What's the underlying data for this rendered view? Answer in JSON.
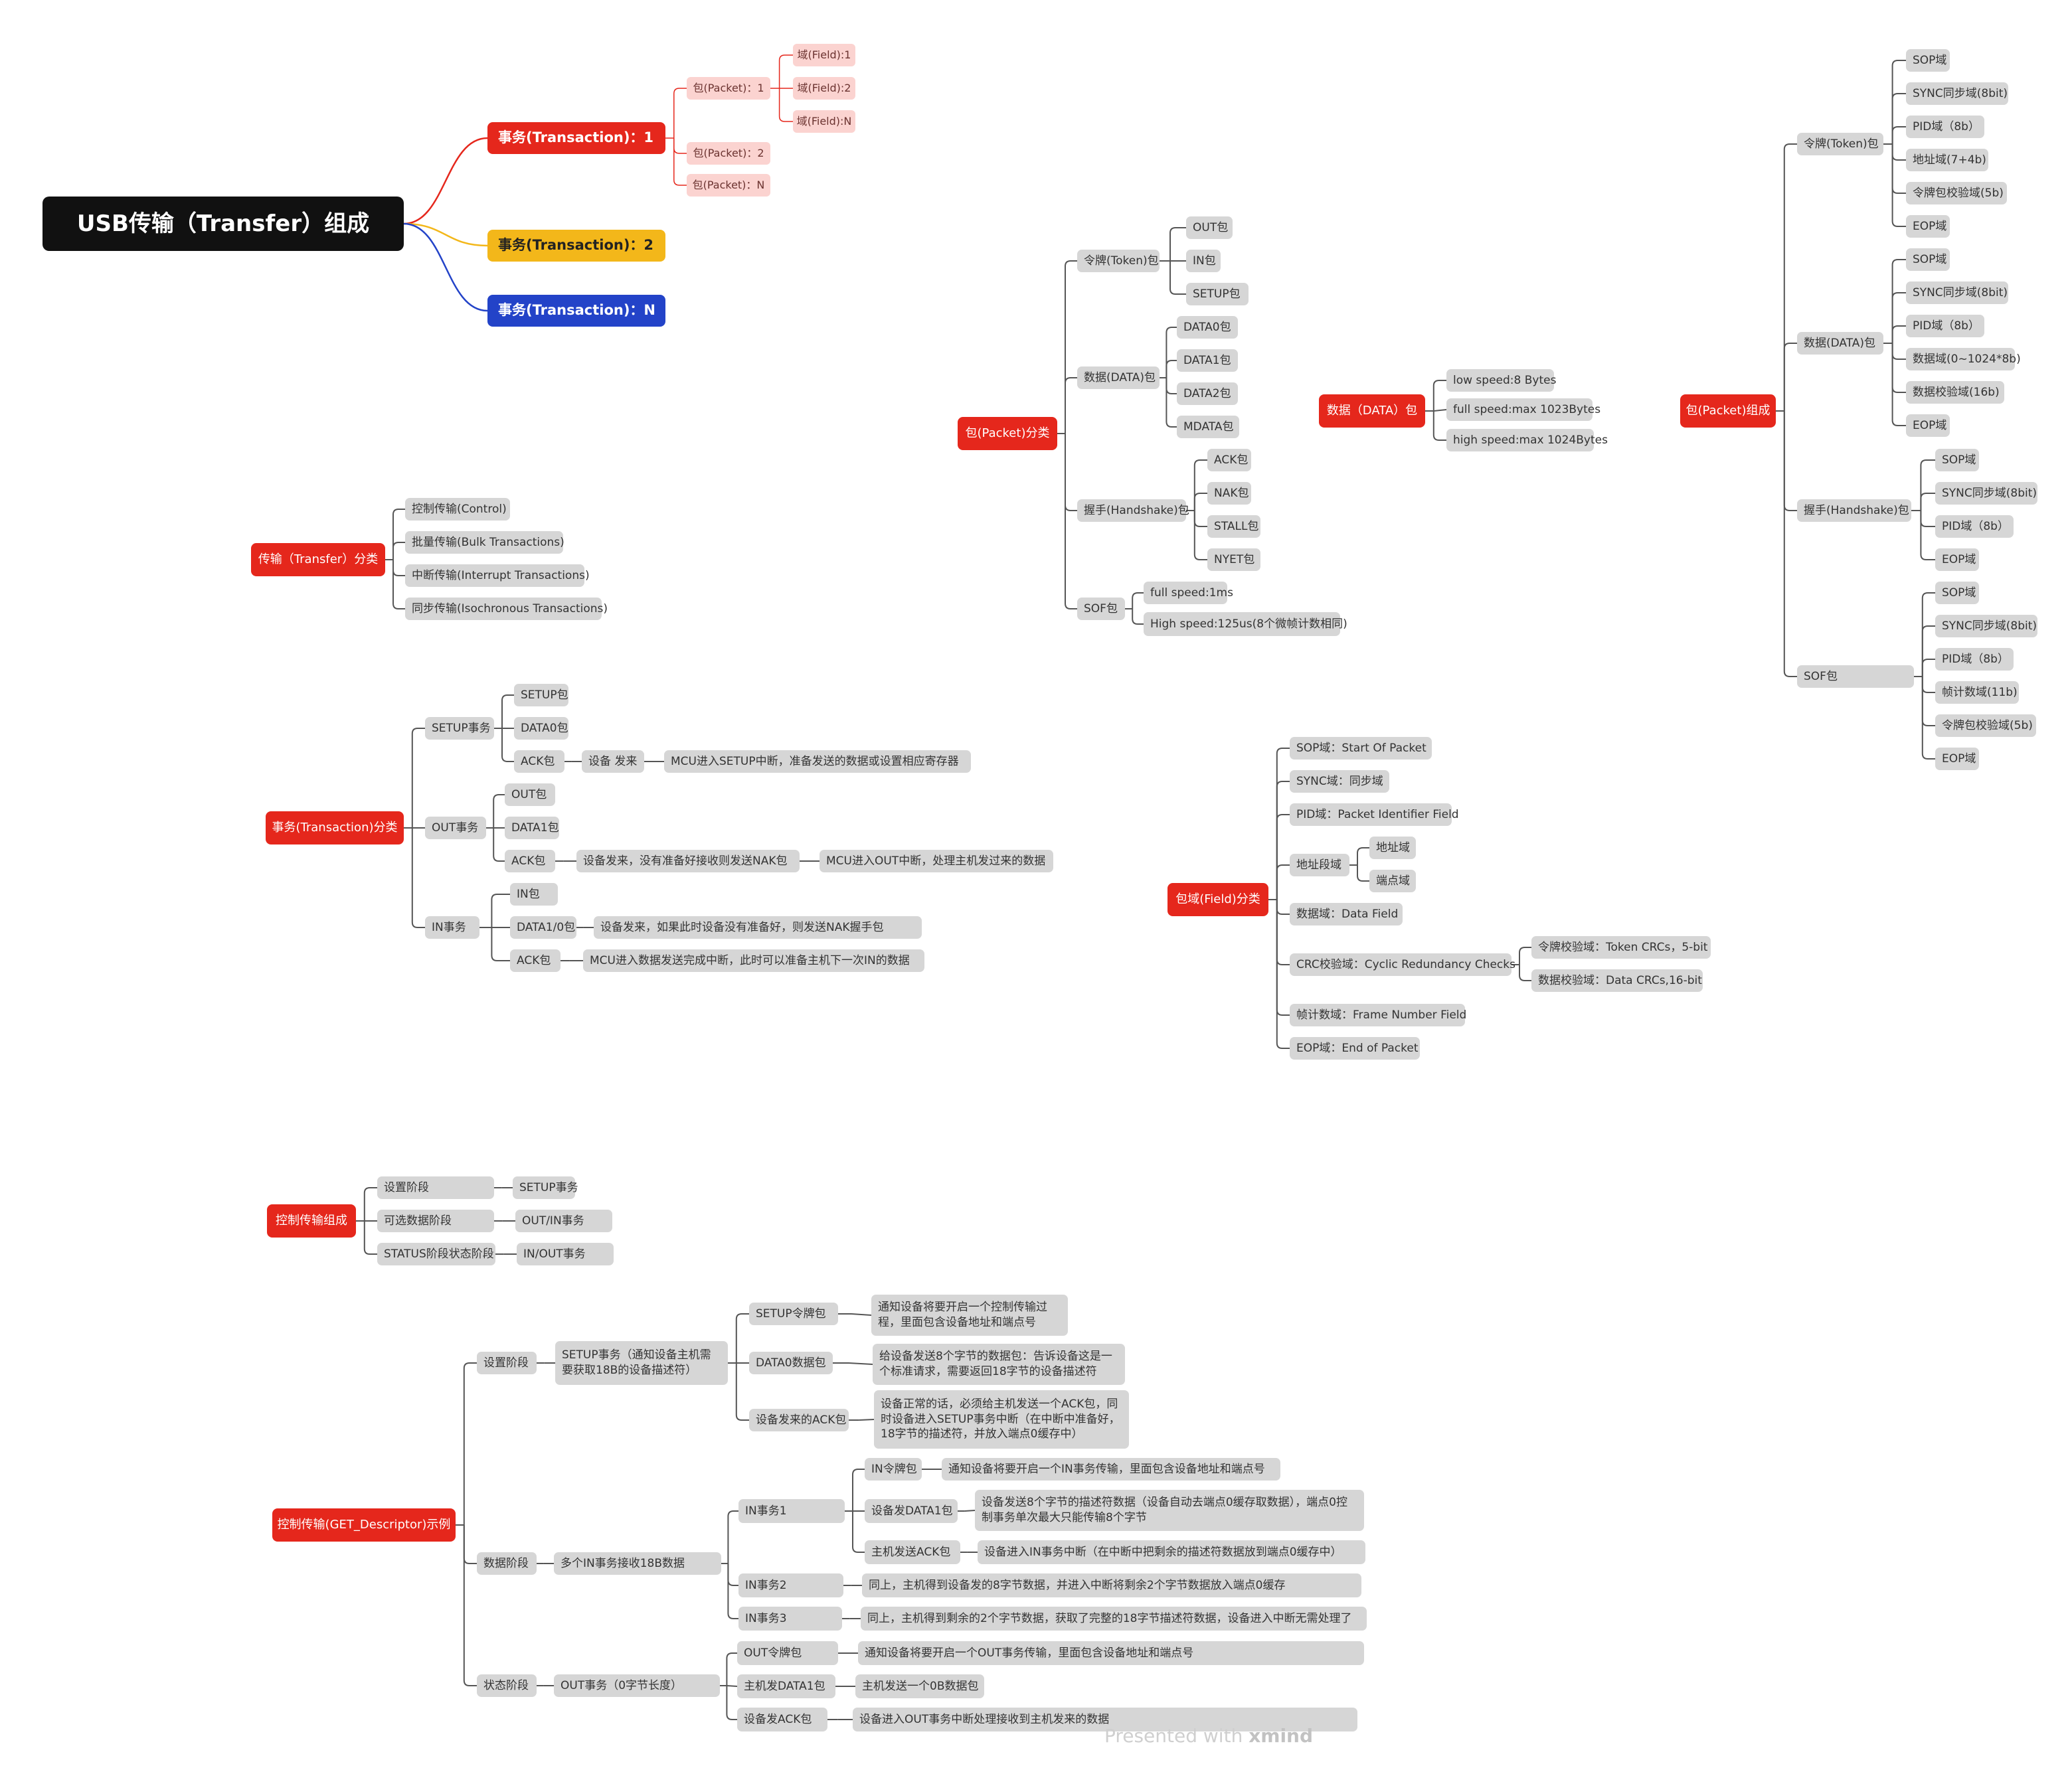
{
  "transfer_composition": {
    "title": "USB传输（Transfer）组成",
    "tx1": "事务(Transaction)：1",
    "tx2": "事务(Transaction)：2",
    "txN": "事务(Transaction)：N",
    "packet1": "包(Packet)：1",
    "packet2": "包(Packet)：2",
    "packetN": "包(Packet)：N",
    "field1": "域(Field):1",
    "field2": "域(Field):2",
    "fieldN": "域(Field):N"
  },
  "transfer_types": {
    "title": "传输（Transfer）分类",
    "items": [
      "控制传输(Control)",
      "批量传输(Bulk Transactions)",
      "中断传输(Interrupt Transactions)",
      "同步传输(Isochronous Transactions)"
    ]
  },
  "packet_types": {
    "title": "包(Packet)分类",
    "token": "令牌(Token)包",
    "token_items": [
      "OUT包",
      "IN包",
      "SETUP包"
    ],
    "data": "数据(DATA)包",
    "data_items": [
      "DATA0包",
      "DATA1包",
      "DATA2包",
      "MDATA包"
    ],
    "handshake": "握手(Handshake)包",
    "handshake_items": [
      "ACK包",
      "NAK包",
      "STALL包",
      "NYET包"
    ],
    "sof": "SOF包",
    "sof_items": [
      "full speed:1ms",
      "High speed:125us(8个微帧计数相同)"
    ]
  },
  "data_packet": {
    "title": "数据（DATA）包",
    "items": [
      "low speed:8 Bytes",
      "full speed:max 1023Bytes",
      "high speed:max 1024Bytes"
    ]
  },
  "packet_composition": {
    "title": "包(Packet)组成",
    "token": "令牌(Token)包",
    "token_items": [
      "SOP域",
      "SYNC同步域(8bit)",
      "PID域（8b）",
      "地址域(7+4b)",
      "令牌包校验域(5b)",
      "EOP域"
    ],
    "data": "数据(DATA)包",
    "data_items": [
      "SOP域",
      "SYNC同步域(8bit)",
      "PID域（8b）",
      "数据域(0~1024*8b)",
      "数据校验域(16b)",
      "EOP域"
    ],
    "handshake": "握手(Handshake)包",
    "handshake_items": [
      "SOP域",
      "SYNC同步域(8bit)",
      "PID域（8b）",
      "EOP域"
    ],
    "sof": "SOF包",
    "sof_items": [
      "SOP域",
      "SYNC同步域(8bit)",
      "PID域（8b）",
      "帧计数域(11b)",
      "令牌包校验域(5b)",
      "EOP域"
    ]
  },
  "transaction_types": {
    "title": "事务(Transaction)分类",
    "setup": "SETUP事务",
    "setup_items": [
      "SETUP包",
      "DATA0包",
      "ACK包"
    ],
    "setup_ack_from": "设备 发来",
    "setup_ack_note": "MCU进入SETUP中断，准备发送的数据或设置相应寄存器",
    "out": "OUT事务",
    "out_items": [
      "OUT包",
      "DATA1包",
      "ACK包"
    ],
    "out_ack_from": "设备发来，没有准备好接收则发送NAK包",
    "out_ack_note": "MCU进入OUT中断，处理主机发过来的数据",
    "in": "IN事务",
    "in_items": [
      "IN包",
      "DATA1/0包",
      "ACK包"
    ],
    "in_data_note": "设备发来，如果此时设备没有准备好，则发送NAK握手包",
    "in_ack_note": "MCU进入数据发送完成中断，此时可以准备主机下一次IN的数据"
  },
  "field_types": {
    "title": "包域(Field)分类",
    "sop": "SOP域：Start Of Packet",
    "sync": "SYNC域：同步域",
    "pid": "PID域：Packet Identifier Field",
    "addr": "地址段域",
    "addr_items": [
      "地址域",
      "端点域"
    ],
    "data": "数据域：Data Field",
    "crc": "CRC校验域：Cyclic Redundancy Checks",
    "crc_items": [
      "令牌校验域：Token CRCs，5-bit",
      "数据校验域：Data CRCs,16-bit"
    ],
    "frame": "帧计数域：Frame Number Field",
    "eop": "EOP域：End of Packet"
  },
  "control_composition": {
    "title": "控制传输组成",
    "stages": [
      "设置阶段",
      "可选数据阶段",
      "STATUS阶段状态阶段"
    ],
    "transactions": [
      "SETUP事务",
      "OUT/IN事务",
      "IN/OUT事务"
    ]
  },
  "get_descriptor": {
    "title": "控制传输(GET_Descriptor)示例",
    "setup_stage": "设置阶段",
    "setup_tx": "SETUP事务（通知设备主机需要获取18B的设备描述符）",
    "setup_token": "SETUP令牌包",
    "setup_token_note": "通知设备将要开启一个控制传输过程，里面包含设备地址和端点号",
    "data0": "DATA0数据包",
    "data0_note": "给设备发送8个字节的数据包：告诉设备这是一个标准请求，需要返回18字节的设备描述符",
    "dev_ack": "设备发来的ACK包",
    "dev_ack_note": "设备正常的话，必须给主机发送一个ACK包，同时设备进入SETUP事务中断（在中断中准备好，18字节的描述符，并放入端点0缓存中）",
    "data_stage": "数据阶段",
    "multi_in": "多个IN事务接收18B数据",
    "in1": "IN事务1",
    "in_token": "IN令牌包",
    "in_token_note": "通知设备将要开启一个IN事务传输，里面包含设备地址和端点号",
    "dev_data1": "设备发DATA1包",
    "dev_data1_note": "设备发送8个字节的描述符数据（设备自动去端点0缓存取数据），端点0控制事务单次最大只能传输8个字节",
    "host_ack": "主机发送ACK包",
    "host_ack_note": "设备进入IN事务中断（在中断中把剩余的描述符数据放到端点0缓存中）",
    "in2": "IN事务2",
    "in2_note": "同上，主机得到设备发的8字节数据，并进入中断将剩余2个字节数据放入端点0缓存",
    "in3": "IN事务3",
    "in3_note": "同上，主机得到剩余的2个字节数据，获取了完整的18字节描述符数据，设备进入中断无需处理了",
    "status_stage": "状态阶段",
    "out_tx": "OUT事务（0字节长度）",
    "out_token": "OUT令牌包",
    "out_token_note": "通知设备将要开启一个OUT事务传输，里面包含设备地址和端点号",
    "host_data1": "主机发DATA1包",
    "host_data1_note": "主机发送一个0B数据包",
    "dev_ack2": "设备发ACK包",
    "dev_ack2_note": "设备进入OUT事务中断处理接收到主机发来的数据"
  },
  "watermark": {
    "prefix": "Presented with ",
    "brand": "xmind"
  },
  "colors": {
    "edge": "#555555",
    "red": "#e5271c",
    "yellow": "#f3b71a",
    "blue": "#2343c8",
    "leaf": "#d6d6d6"
  }
}
